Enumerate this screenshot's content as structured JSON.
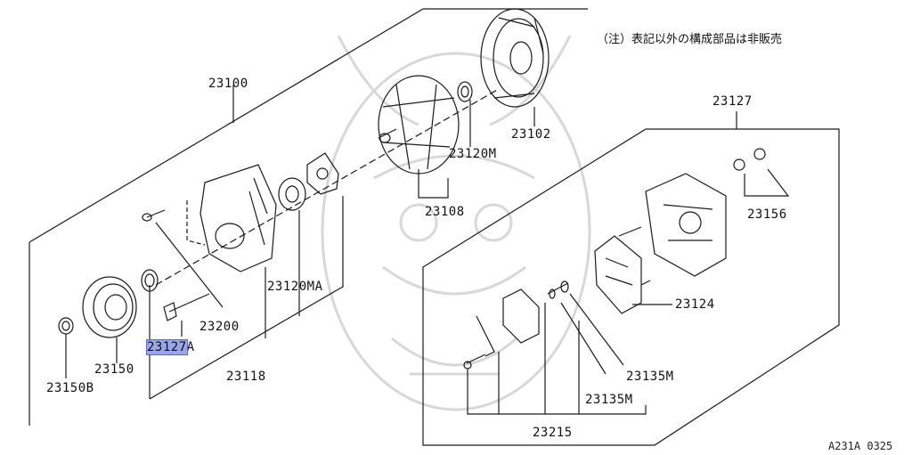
{
  "note": "（注）表記以外の構成部品は非販売",
  "labels": {
    "p23100": "23100",
    "p23102": "23102",
    "p23120M": "23120M",
    "p23108": "23108",
    "p23127": "23127",
    "p23156": "23156",
    "p23120MA": "23120MA",
    "p23124": "23124",
    "p23200": "23200",
    "p23127A_hl": "23127",
    "p23127A_suffix": "A",
    "p23150": "23150",
    "p23150B": "23150B",
    "p23118": "23118",
    "p23135M_1": "23135M",
    "p23135M_2": "23135M",
    "p23215": "23215"
  },
  "drawing_code": "A231A 0325",
  "colors": {
    "line": "#1a1a1a",
    "highlight": "#9aa6e8",
    "watermark": "#d8d8d8"
  }
}
